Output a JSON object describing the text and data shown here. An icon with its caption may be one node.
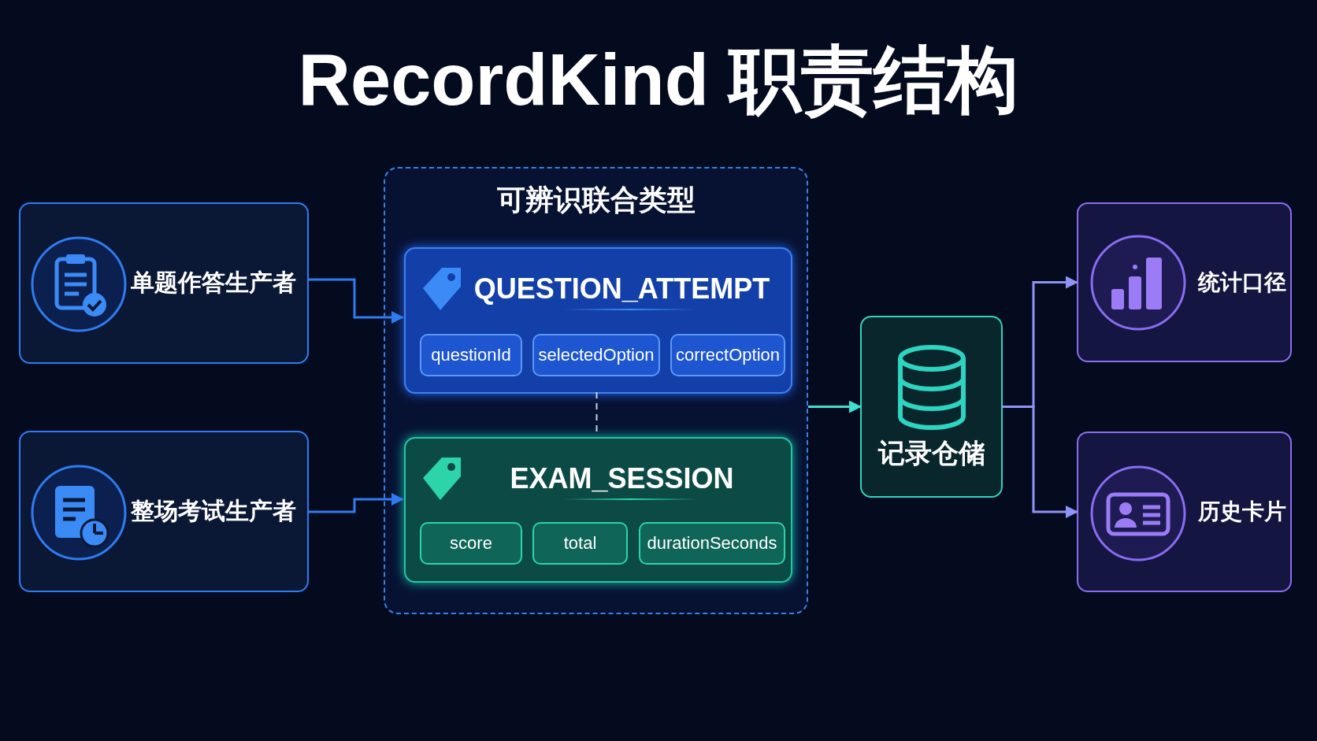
{
  "diagram": {
    "title": "RecordKind 职责结构",
    "nodes": [
      {
        "text": [
          "单题作答生产者"
        ]
      },
      {
        "text": [
          "整场考试生产者"
        ]
      },
      {
        "text": [
          "可辨识联合类型"
        ]
      },
      {
        "text": [
          "QUESTION_ATTEMPT"
        ],
        "in": 2
      },
      {
        "text": [
          "questionId"
        ],
        "in": 3
      },
      {
        "text": [
          "selectedOption"
        ],
        "in": 3
      },
      {
        "text": [
          "correctOption"
        ],
        "in": 3
      },
      {
        "text": [
          "EXAM_SESSION"
        ],
        "in": 2
      },
      {
        "text": [
          "score"
        ],
        "in": 7
      },
      {
        "text": [
          "total"
        ],
        "in": 7
      },
      {
        "text": [
          "durationSeconds"
        ],
        "in": 7
      },
      {
        "text": [
          "记录仓储"
        ]
      },
      {
        "text": [
          "统计口径"
        ]
      },
      {
        "text": [
          "历史卡片"
        ]
      }
    ],
    "edges": [
      {
        "from": 0,
        "to": 3,
        "arrow": "to"
      },
      {
        "from": 1,
        "to": 7,
        "arrow": "to"
      },
      {
        "from": 3,
        "to": 7,
        "arrow": "none",
        "style": "dashed",
        "color": "#c8d0e0"
      },
      {
        "from": 2,
        "to": 11,
        "arrow": "to",
        "color": "#3fe0cf"
      },
      {
        "from": 11,
        "to": 12,
        "arrow": "to",
        "color": "#8f93f5"
      },
      {
        "from": 11,
        "to": 13,
        "arrow": "to",
        "color": "#8f93f5"
      }
    ]
  }
}
